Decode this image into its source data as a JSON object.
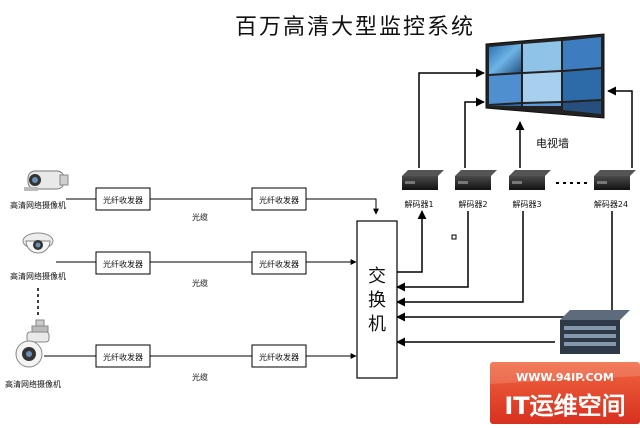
{
  "title": "百万高清大型监控系统",
  "cameras": [
    {
      "label": "高清网络摄像机",
      "type": "bullet-camera-icon"
    },
    {
      "label": "高清网络摄像机",
      "type": "dome-camera-icon"
    },
    {
      "label": "高清网络摄像机",
      "type": "ptz-camera-icon"
    }
  ],
  "transceivers": [
    "光纤收发器",
    "光纤收发器",
    "光纤收发器",
    "光纤收发器",
    "光纤收发器",
    "光纤收发器"
  ],
  "cables": [
    "光缆",
    "光缆",
    "光缆"
  ],
  "switch_chars": [
    "交",
    "换",
    "机"
  ],
  "decoders": [
    "解码器1",
    "解码器2",
    "解码器3",
    "解码器24"
  ],
  "video_wall_label": "电视墙",
  "watermark": {
    "url": "WWW.94IP.COM",
    "brand": "IT运维空间"
  },
  "colors": {
    "line": "#000000",
    "watermark_bg": "#e8402b",
    "watermark_text": "#ffffff"
  }
}
